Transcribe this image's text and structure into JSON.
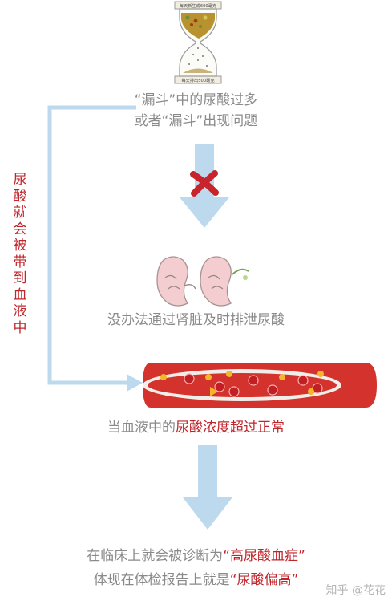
{
  "hourglass": {
    "top_label": "每天新生成600毫克",
    "bottom_label": "每天排出500毫克"
  },
  "caption1": {
    "line1": "“漏斗”中的尿酸过多",
    "line2": "或者“漏斗”出现问题"
  },
  "side_label": "尿酸就会被带到血液中",
  "caption2": "没办法通过肾脏及时排泄尿酸",
  "caption3": {
    "prefix": "当血液中的",
    "highlight": "尿酸浓度超过正常"
  },
  "caption4": {
    "line1_prefix": "在临床上就会被诊断为",
    "line1_highlight": "“高尿酸血症”",
    "line2_prefix": "体现在体检报告上就是",
    "line2_highlight": "“尿酸偏高”"
  },
  "watermark": "知乎 @花花",
  "colors": {
    "arrow": "#bcd9ee",
    "red": "#c0252b",
    "vessel": "#d3332c",
    "gold": "#f3b52a"
  }
}
